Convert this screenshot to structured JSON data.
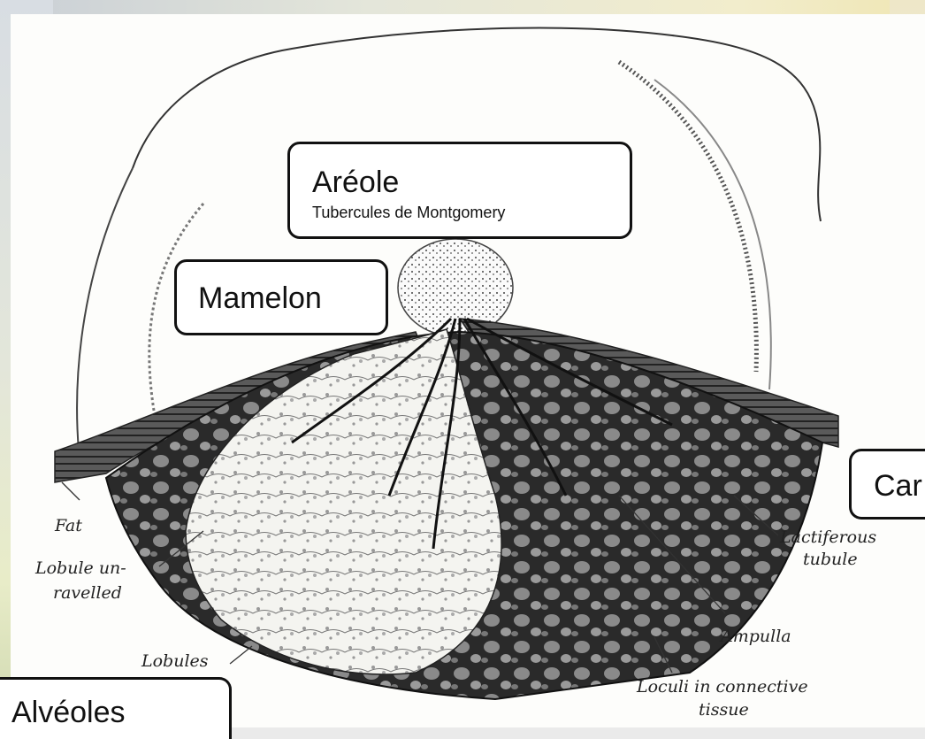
{
  "callouts": {
    "areole": {
      "title": "Aréole",
      "subtitle": "Tubercules de Montgomery"
    },
    "mamelon": {
      "title": "Mamelon"
    },
    "canaux": {
      "title": "Car"
    },
    "alveoles": {
      "title": "Alvéoles"
    }
  },
  "figure_labels": {
    "fat": "Fat",
    "lobule_unravelled_1": "Lobule un-",
    "lobule_unravelled_2": "ravelled",
    "lobules": "Lobules",
    "lactiferous_1": "Lactiferous",
    "lactiferous_2": "tubule",
    "ampulla": "Ampulla",
    "loculi_1": "Loculi in connective",
    "loculi_2": "tissue"
  },
  "colors": {
    "ink": "#1a1a1a",
    "paper": "#fdfdfb",
    "border": "#111111"
  }
}
